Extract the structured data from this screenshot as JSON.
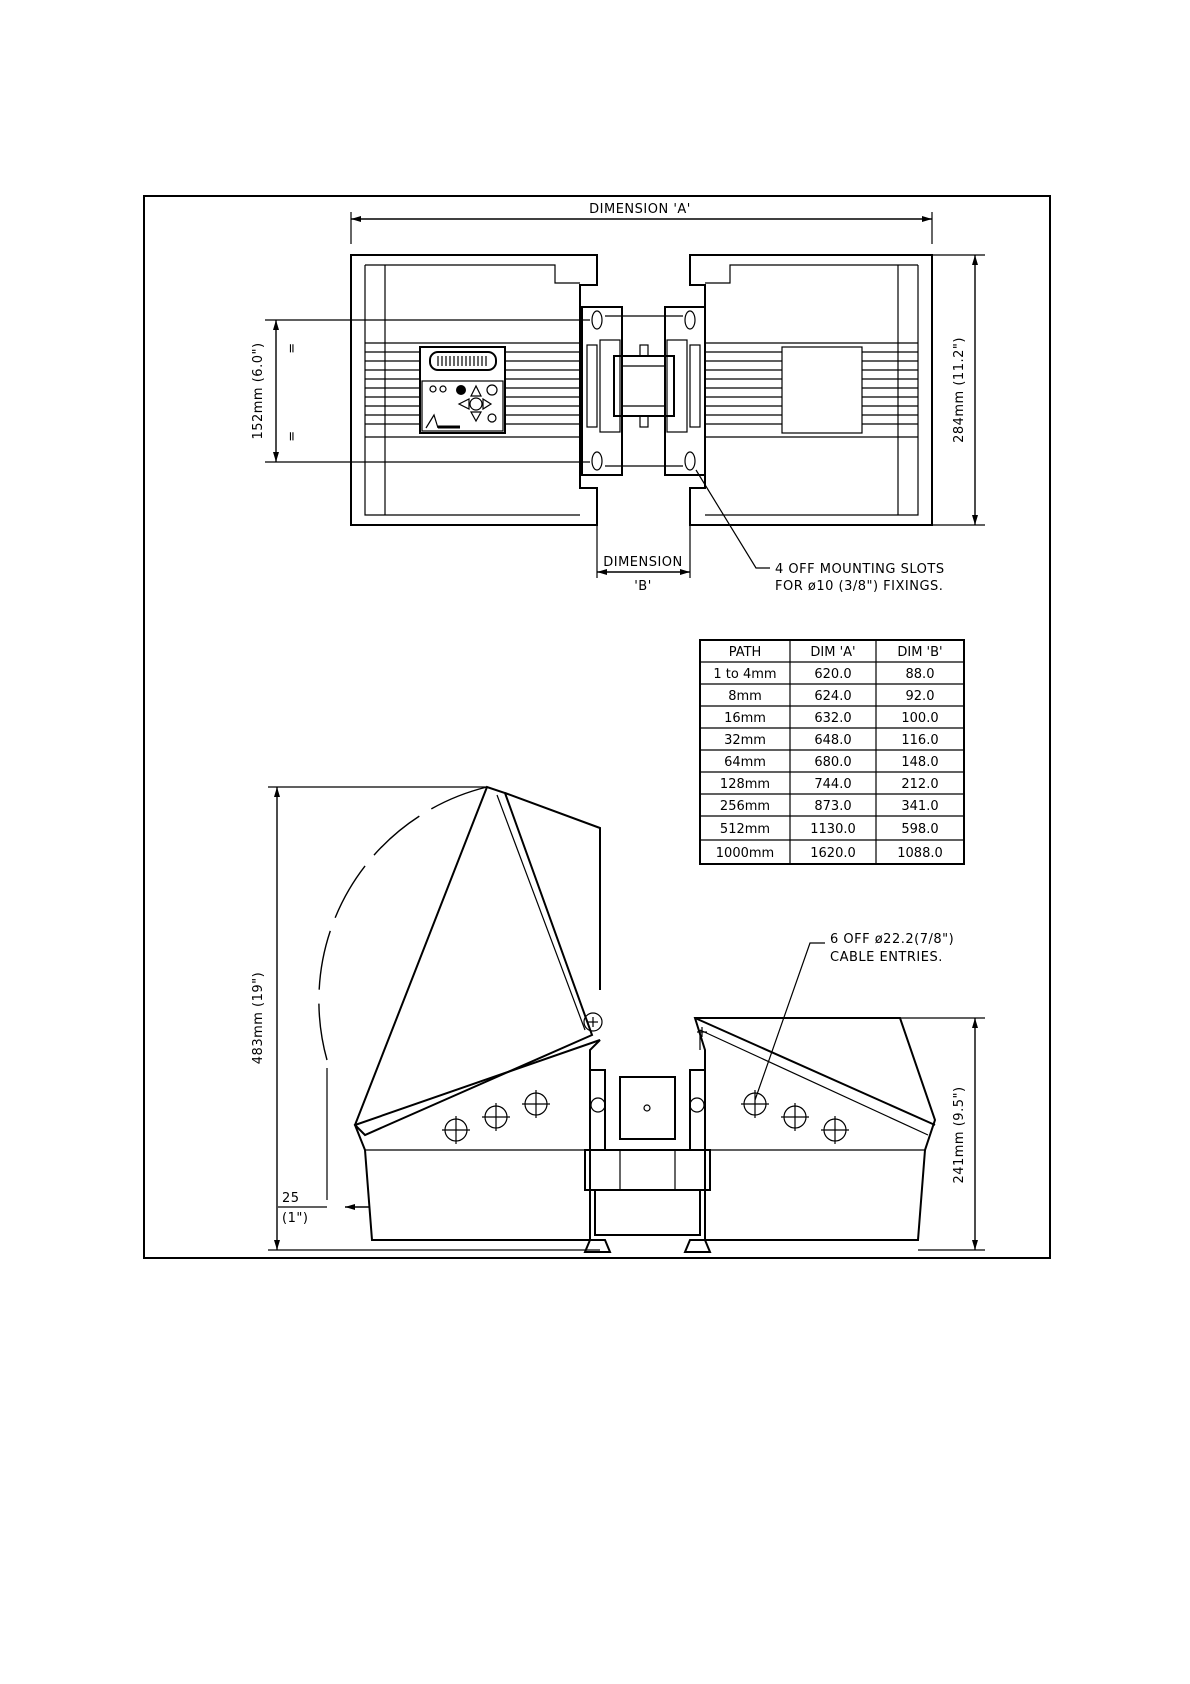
{
  "labels": {
    "dimension_a": "DIMENSION 'A'",
    "dimension_b_line1": "DIMENSION",
    "dimension_b_line2": "'B'",
    "dim_152": "152mm (6.0\")",
    "dim_284": "284mm (11.2\")",
    "dim_483": "483mm (19\")",
    "dim_241": "241mm (9.5\")",
    "dim_25_line1": "25",
    "dim_25_line2": "(1\")",
    "mounting_line1": "4 OFF MOUNTING SLOTS",
    "mounting_line2": "FOR ø10 (3/8\") FIXINGS.",
    "cable_line1": "6 OFF ø22.2(7/8\")",
    "cable_line2": "CABLE ENTRIES.",
    "equal_mark": "="
  },
  "table": {
    "headers": [
      "PATH",
      "DIM 'A'",
      "DIM 'B'"
    ],
    "rows": [
      [
        "1 to 4mm",
        "620.0",
        "88.0"
      ],
      [
        "8mm",
        "624.0",
        "92.0"
      ],
      [
        "16mm",
        "632.0",
        "100.0"
      ],
      [
        "32mm",
        "648.0",
        "116.0"
      ],
      [
        "64mm",
        "680.0",
        "148.0"
      ],
      [
        "128mm",
        "744.0",
        "212.0"
      ],
      [
        "256mm",
        "873.0",
        "341.0"
      ],
      [
        "512mm",
        "1130.0",
        "598.0"
      ],
      [
        "1000mm",
        "1620.0",
        "1088.0"
      ]
    ]
  }
}
